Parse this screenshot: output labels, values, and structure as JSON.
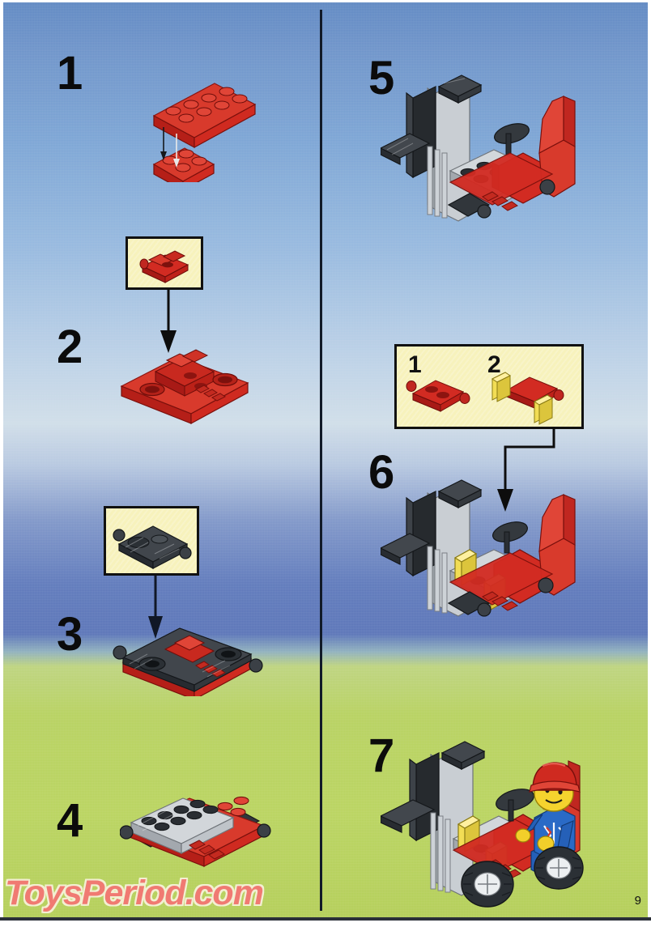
{
  "document": {
    "type": "lego-building-instructions",
    "page_number": "9",
    "watermark": "ToysPeriod.com"
  },
  "layout": {
    "columns": 2,
    "divider": "vertical-black-rule",
    "background": "blue-sky-to-green-grass-gradient"
  },
  "colors": {
    "lego_red": "#d22b22",
    "lego_red_dark": "#a81a16",
    "lego_red_shade": "#bf2119",
    "lego_black": "#3a3f44",
    "lego_black_dark": "#23272b",
    "lego_grey": "#c9ccd1",
    "lego_grey_dark": "#9ba0a6",
    "lego_yellow": "#f2dd55",
    "lego_yellow_dark": "#d9c13a",
    "minifig_blue": "#2560b8",
    "minifig_skin": "#f2cf2a",
    "callout_fill": "#f7f2bc",
    "callout_border": "#111111",
    "sky_top": "#5f88c2",
    "sky_mid": "#cfdde8",
    "sea_band": "#5a74b8",
    "grass": "#b7d15f",
    "watermark_color": "#f07a72",
    "step_number_color": "#0b0b0b"
  },
  "steps": [
    {
      "id": "step-1",
      "number": "1",
      "column": "left",
      "description": "Attach red 2x6 plate onto red 2x2 plate",
      "parts": [
        "red-2x6-plate",
        "red-2x2-plate"
      ],
      "has_callout": false,
      "assembly_arrows": 2
    },
    {
      "id": "step-2",
      "number": "2",
      "column": "left",
      "description": "Add red steering-column brick assembly to base plate",
      "parts": [
        "red-base-plate-assembly",
        "red-bracket-brick"
      ],
      "has_callout": true,
      "callout_label": "",
      "assembly_arrows": 1
    },
    {
      "id": "step-3",
      "number": "3",
      "column": "left",
      "description": "Add black wheel-holder / axle plate to red chassis",
      "parts": [
        "black-wheel-holder-plate",
        "red-chassis"
      ],
      "has_callout": true,
      "callout_label": "",
      "assembly_arrows": 1
    },
    {
      "id": "step-4",
      "number": "4",
      "column": "left",
      "description": "Place light grey 2x6 plate on top of chassis",
      "parts": [
        "grey-2x6-plate",
        "red-chassis-with-wheels"
      ],
      "has_callout": false,
      "assembly_arrows": 0
    },
    {
      "id": "step-5",
      "number": "5",
      "column": "right",
      "description": "Forklift with grey mast, black forks, red seat and black steering wheel",
      "parts": [
        "grey-mast",
        "black-fork",
        "red-seat",
        "black-steering-wheel"
      ],
      "has_callout": false,
      "assembly_arrows": 0
    },
    {
      "id": "step-6",
      "number": "6",
      "column": "right",
      "description": "Add sub-assembly of red brick with two yellow panels to the forklift body",
      "parts": [
        "red-brick-with-yellow-panels"
      ],
      "has_callout": true,
      "callout_sub_steps": [
        {
          "number": "1",
          "description": "red 1x4 brick with side studs"
        },
        {
          "number": "2",
          "description": "attach two yellow 1x2 panels to the red brick"
        }
      ],
      "assembly_arrows": 1
    },
    {
      "id": "step-7",
      "number": "7",
      "column": "right",
      "description": "Completed forklift with minifigure driver wearing red construction helmet and blue shirt, black tyres fitted",
      "parts": [
        "minifigure-driver",
        "black-wheels",
        "completed-forklift"
      ],
      "has_callout": false,
      "assembly_arrows": 0
    }
  ]
}
